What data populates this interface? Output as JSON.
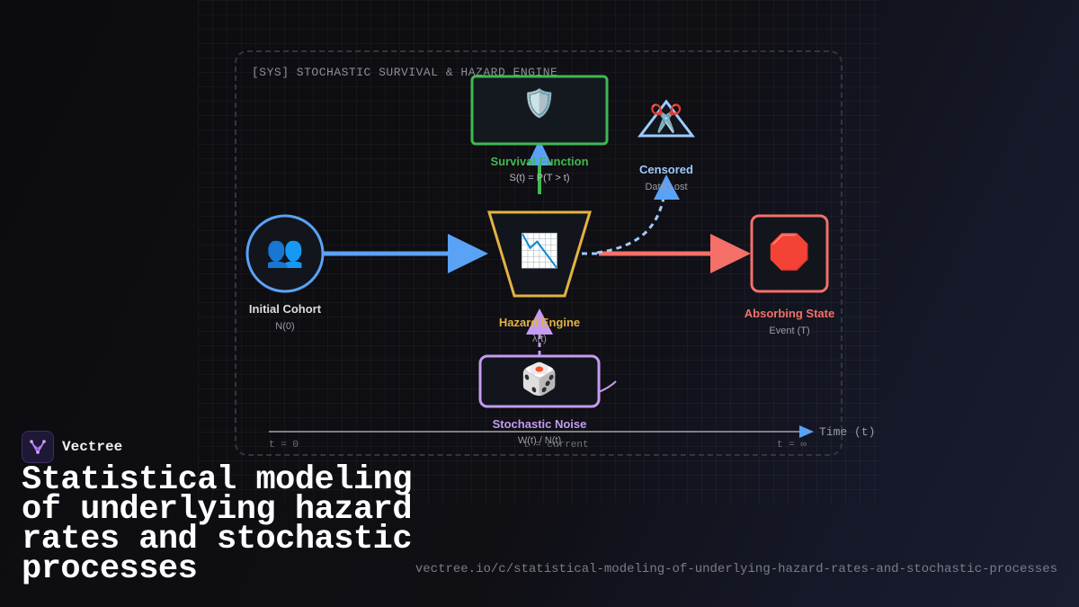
{
  "system_title": "[SYS] STOCHASTIC SURVIVAL & HAZARD ENGINE",
  "nodes": {
    "cohort": {
      "label": "Initial Cohort",
      "sub": "N(0)",
      "icon": "people-icon",
      "glyph": "👥",
      "color": "#5aa2f5"
    },
    "survival": {
      "label": "Survival Function",
      "sub": "S(t) = P(T > t)",
      "icon": "shield-icon",
      "glyph": "🛡️",
      "color": "#3fb950"
    },
    "censored": {
      "label": "Censored",
      "sub": "Data Lost",
      "icon": "scissors-icon",
      "glyph": "✂️",
      "color": "#9ecbff"
    },
    "hazard": {
      "label": "Hazard Engine",
      "sub": "λ(t)",
      "icon": "chart-decreasing-icon",
      "glyph": "📉",
      "color": "#e3b341"
    },
    "absorbing": {
      "label": "Absorbing State",
      "sub": "Event (T)",
      "icon": "stop-sign-icon",
      "glyph": "🛑",
      "color": "#f47068"
    },
    "noise": {
      "label": "Stochastic Noise",
      "sub": "W(t) / N(t)",
      "icon": "dice-icon",
      "glyph": "🎲",
      "color": "#c49cf0"
    }
  },
  "timeline": {
    "axis_label": "Time (t)",
    "start": "t = 0",
    "current": "t = current",
    "end": "t = ∞"
  },
  "brand": {
    "name": "Vectree",
    "logo": "vectree-logo-icon"
  },
  "headline": "Statistical modeling of underlying hazard rates and stochastic processes",
  "url": "vectree.io/c/statistical-modeling-of-underlying-hazard-rates-and-stochastic-processes"
}
